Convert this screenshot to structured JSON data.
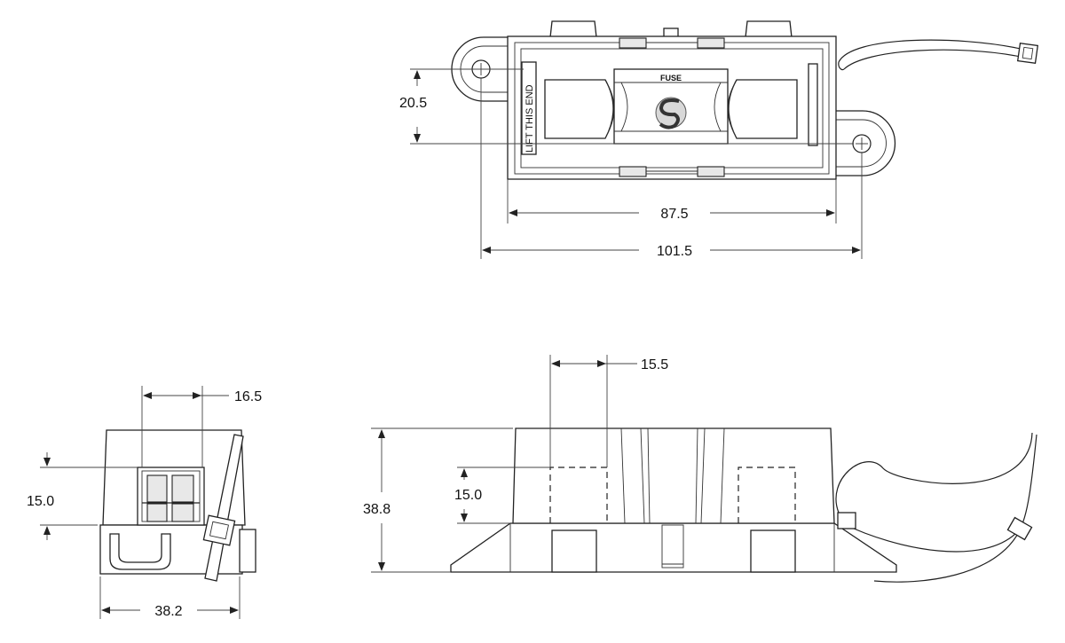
{
  "top_view": {
    "fuse_label": "FUSE",
    "lift_label": "LIFT THIS END",
    "dim_height": "20.5",
    "dim_inner_width": "87.5",
    "dim_outer_width": "101.5"
  },
  "end_view": {
    "dim_opening_width": "16.5",
    "dim_opening_height": "15.0",
    "dim_width": "38.2"
  },
  "side_view": {
    "dim_opening_width": "15.5",
    "dim_opening_height": "15.0",
    "dim_height": "38.8"
  }
}
